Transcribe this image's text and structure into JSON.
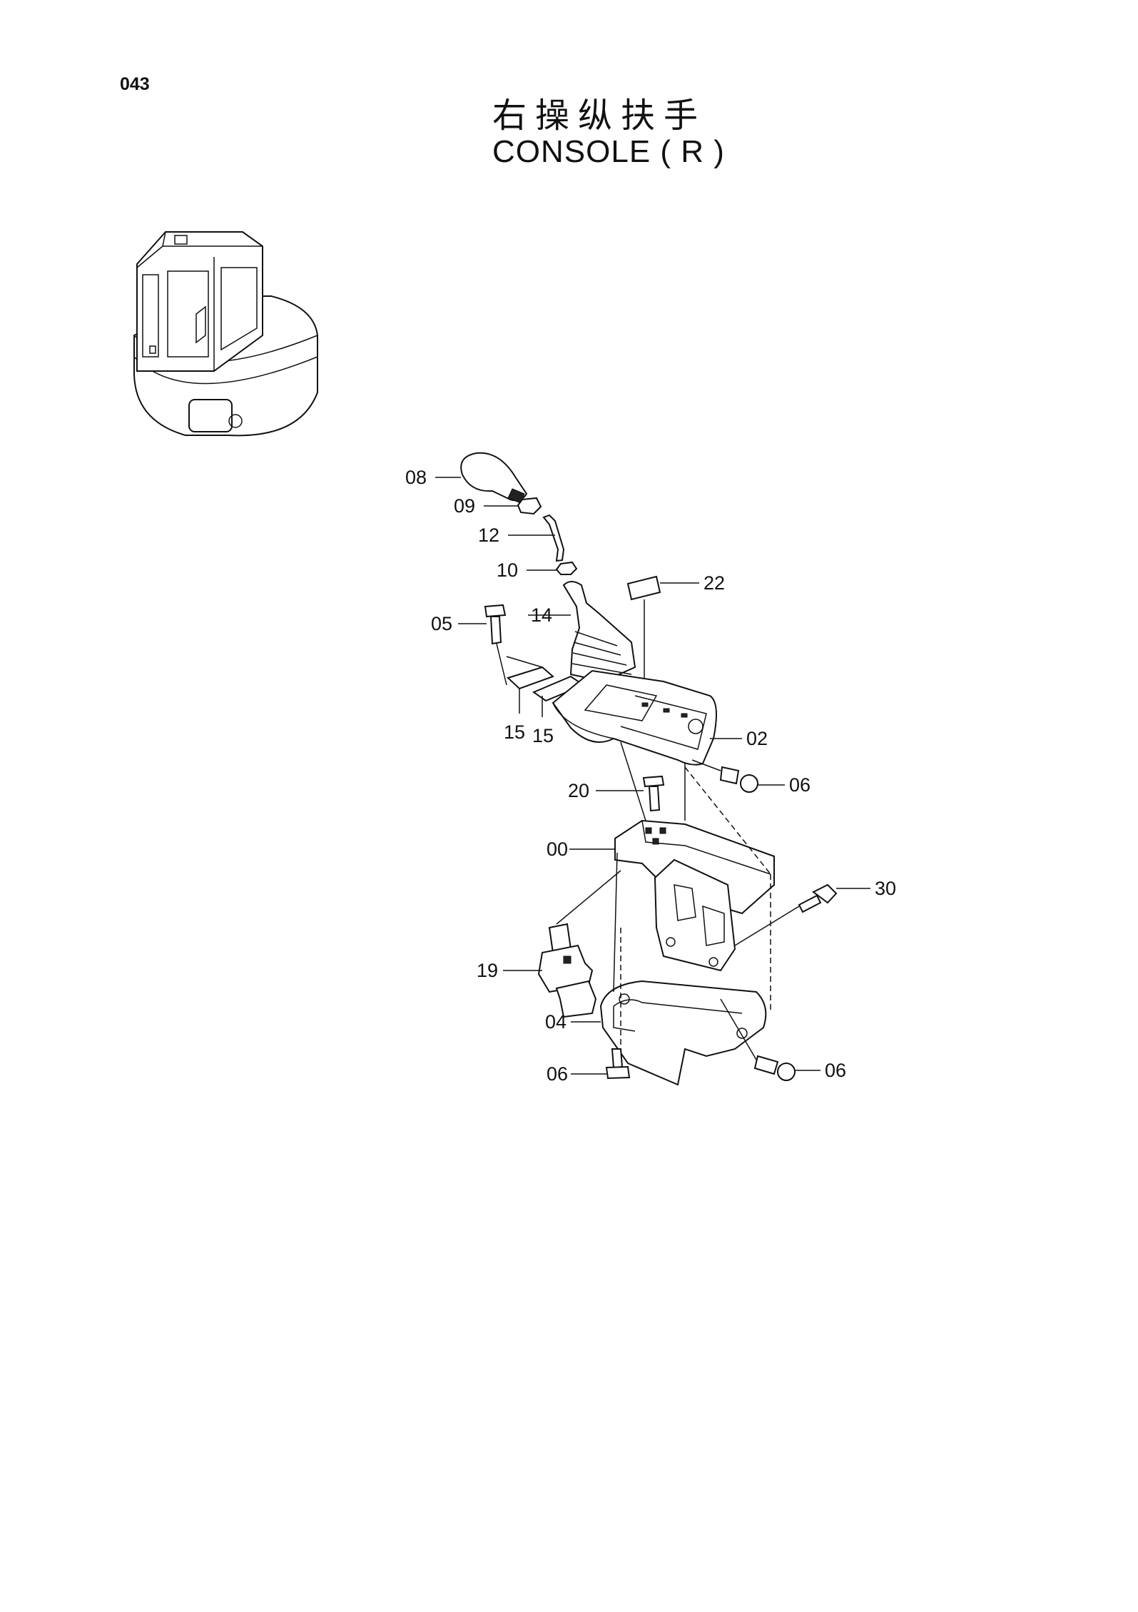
{
  "page_number": "043",
  "title_cn": "右操纵扶手",
  "title_en": "CONSOLE ( R )",
  "callouts": {
    "c08": "08",
    "c09": "09",
    "c12": "12",
    "c10": "10",
    "c22": "22",
    "c05": "05",
    "c14": "14",
    "c15a": "15",
    "c15b": "15",
    "c02": "02",
    "c06a": "06",
    "c20": "20",
    "c00": "00",
    "c30": "30",
    "c19": "19",
    "c04": "04",
    "c06b": "06",
    "c06c": "06"
  }
}
